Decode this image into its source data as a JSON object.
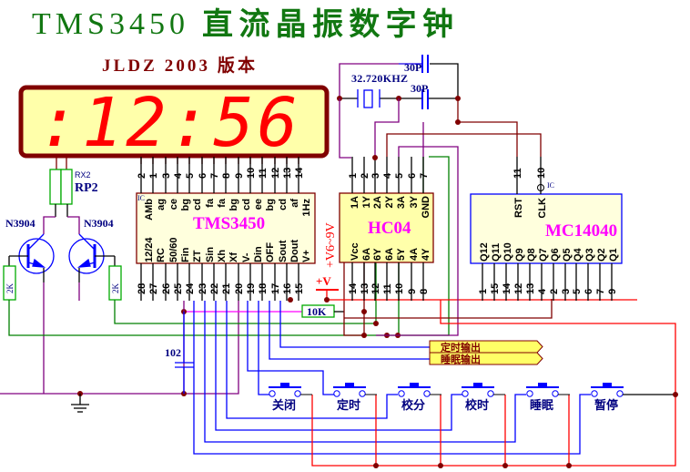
{
  "title": {
    "model": "TMS3450",
    "chinese": "直流晶振数字钟"
  },
  "subtitle": "JLDZ 2003 版本",
  "display": {
    "time": ":12:56"
  },
  "tms3450": {
    "name": "TMS3450",
    "ic_tag": "IC",
    "top_pins": [
      "2",
      "1",
      "3",
      "4",
      "5",
      "6",
      "7",
      "8",
      "9",
      "10",
      "11",
      "12",
      "13",
      "14"
    ],
    "top_labels": [
      "AMb",
      "ag",
      "ce",
      "bg",
      "cd",
      "fa",
      "fa",
      "bg",
      "cd",
      "ee",
      "bg",
      "cd",
      "af",
      "1Hz"
    ],
    "bottom_labels": [
      "12/24",
      "RC",
      "50/60",
      "Fin",
      "ZT",
      "Sin",
      "Xh",
      "Xf",
      "V-",
      "Din",
      "OFF",
      "Sout",
      "Dout",
      "V+"
    ],
    "bottom_pins": [
      "28",
      "27",
      "26",
      "25",
      "24",
      "23",
      "22",
      "21",
      "20",
      "19",
      "18",
      "17",
      "16",
      "15"
    ]
  },
  "hc04": {
    "name": "HC04",
    "top_pins": [
      "1",
      "2",
      "3",
      "4",
      "5",
      "6",
      "7"
    ],
    "top_labels": [
      "1A",
      "1Y",
      "2A",
      "2Y",
      "3A",
      "3Y",
      "GND"
    ],
    "bottom_labels": [
      "Vcc",
      "6A",
      "6Y",
      "6A",
      "5Y",
      "4A",
      "4Y"
    ],
    "bottom_pins": [
      "14",
      "13",
      "12",
      "11",
      "10",
      "9",
      "8"
    ]
  },
  "mc14040": {
    "name": "MC14040",
    "ic_tag": "IC",
    "top_pins": [
      "11",
      "10"
    ],
    "top_labels": [
      "RST",
      "CLK"
    ],
    "bottom_labels": [
      "Q12",
      "Q11",
      "Q10",
      "Q9",
      "Q8",
      "Q7",
      "Q6",
      "Q5",
      "Q4",
      "Q3",
      "Q2",
      "Q1"
    ],
    "bottom_pins": [
      "1",
      "15",
      "14",
      "12",
      "13",
      "4",
      "2",
      "3",
      "5",
      "6",
      "7",
      "9"
    ]
  },
  "components": {
    "crystal": "32.720KHZ",
    "cap1": "30P",
    "cap2": "30P",
    "rp_tag": "RX2",
    "rp": "RP2",
    "q1": "N3904",
    "q2": "N3904",
    "r1": "2K",
    "r2": "2K",
    "r10k": "10K",
    "c102": "102",
    "supply": "+V6~9V",
    "vplus": "+V"
  },
  "outputs": [
    "定时输出",
    "睡眠输出"
  ],
  "buttons": [
    "关闭",
    "定时",
    "校分",
    "校时",
    "睡眠",
    "暂停"
  ],
  "colors": {
    "wire_main": "#800000",
    "display_digits": "#ff0000",
    "title": "#117711",
    "chip_name": "#ff00ff"
  }
}
